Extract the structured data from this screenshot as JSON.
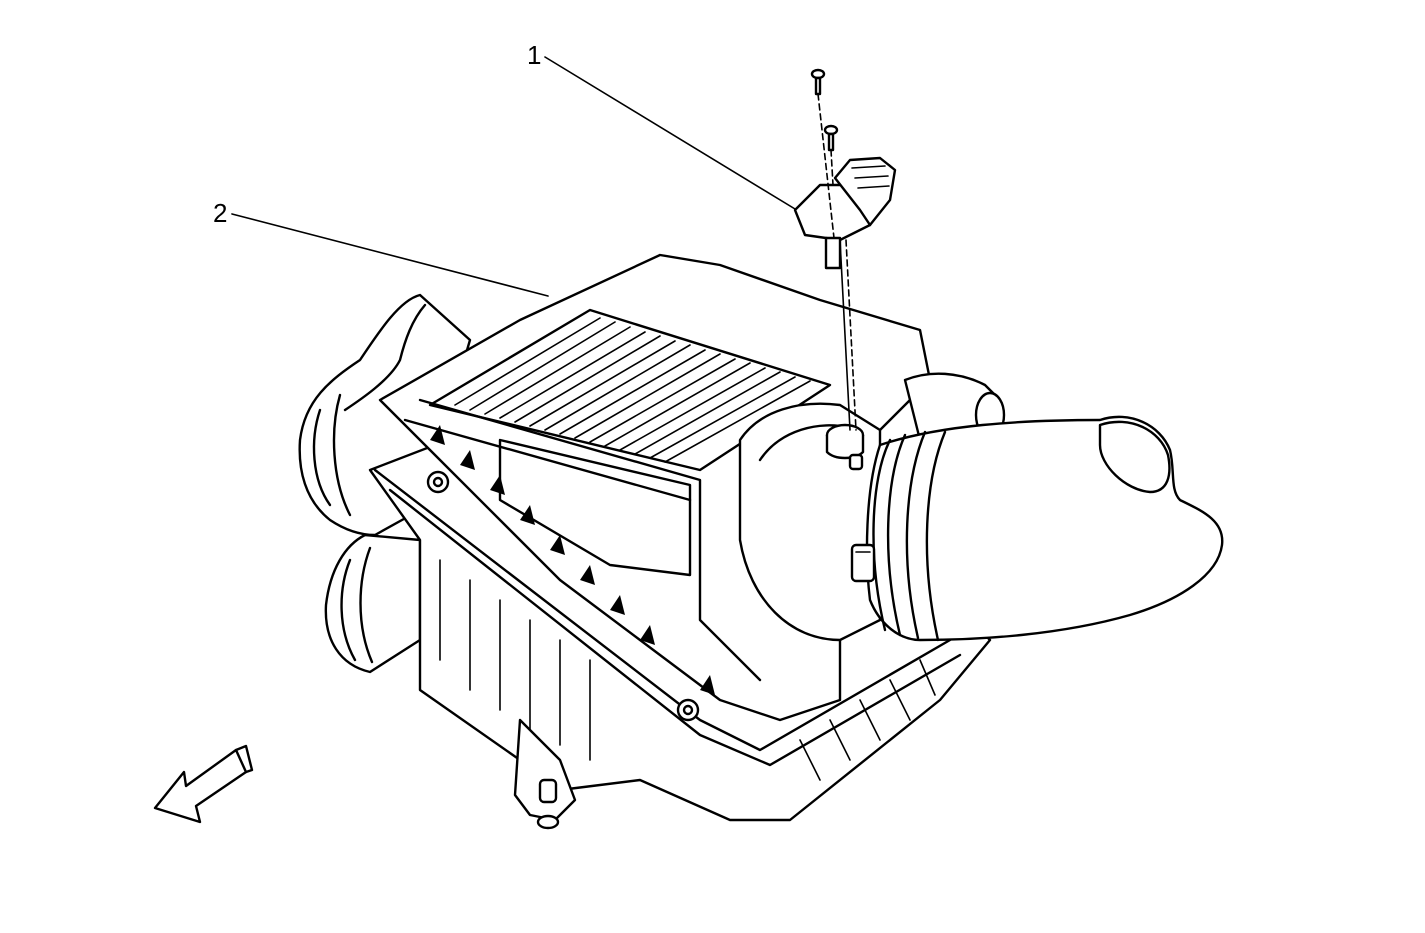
{
  "callouts": [
    {
      "id": "1",
      "label": "1"
    },
    {
      "id": "2",
      "label": "2"
    }
  ],
  "colors": {
    "line": "#000000",
    "background": "#ffffff"
  },
  "icons": {
    "direction_arrow": "front-direction-arrow-icon"
  }
}
